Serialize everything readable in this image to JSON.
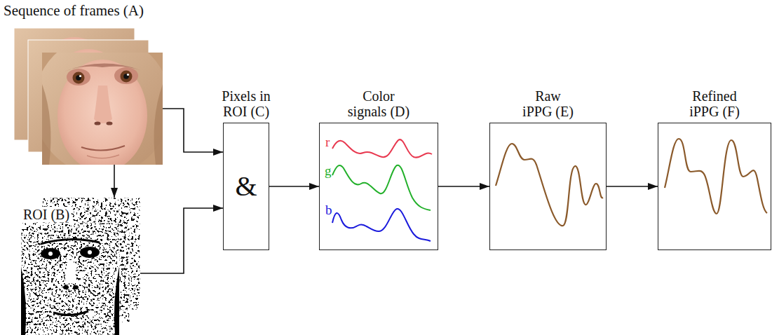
{
  "diagram": {
    "nodes": [
      {
        "text": [
          "Sequence of frames (A)"
        ]
      },
      {
        "text": [
          "ROI (B)"
        ]
      },
      {
        "text": [
          "Pixels in ROI (C)",
          "&"
        ]
      },
      {
        "text": [
          "Color signals (D)",
          "r",
          "g",
          "b"
        ]
      },
      {
        "text": [
          "Raw iPPG (E)"
        ]
      },
      {
        "text": [
          "Refined iPPG (F)"
        ]
      }
    ],
    "edges": [
      {
        "from": 0,
        "to": 1,
        "arrow": "to"
      },
      {
        "from": 0,
        "to": 2,
        "arrow": "to"
      },
      {
        "from": 1,
        "to": 2,
        "arrow": "to"
      },
      {
        "from": 2,
        "to": 3,
        "arrow": "to"
      },
      {
        "from": 3,
        "to": 4,
        "arrow": "to"
      },
      {
        "from": 4,
        "to": 5,
        "arrow": "to"
      }
    ]
  }
}
